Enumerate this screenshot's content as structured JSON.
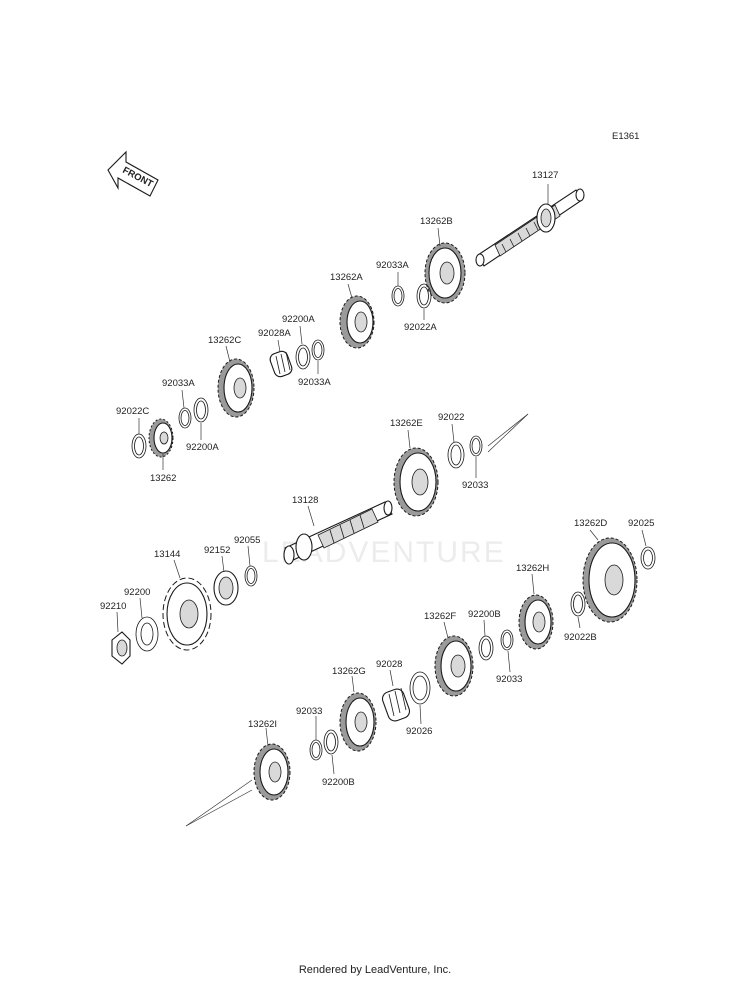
{
  "diagram_ref": "E1361",
  "front_label": "FRONT",
  "watermark": "LEADVENTURE",
  "footer": "Rendered by LeadVenture, Inc.",
  "parts": {
    "p13127": "13127",
    "p13262B": "13262B",
    "p92033A_1": "92033A",
    "p92022A": "92022A",
    "p13262A": "13262A",
    "p92200A_1": "92200A",
    "p92028A": "92028A",
    "p92033A_2": "92033A",
    "p13262C": "13262C",
    "p92033A_3": "92033A",
    "p92022C": "92022C",
    "p92200A_2": "92200A",
    "p13262": "13262",
    "p13262E": "13262E",
    "p92022": "92022",
    "p92033_1": "92033",
    "p13128": "13128",
    "p92055": "92055",
    "p13144": "13144",
    "p92152": "92152",
    "p92200": "92200",
    "p92210": "92210",
    "p13262D": "13262D",
    "p92025": "92025",
    "p13262H": "13262H",
    "p92200B_1": "92200B",
    "p13262F": "13262F",
    "p92022B": "92022B",
    "p92033_2": "92033",
    "p92028": "92028",
    "p13262G": "13262G",
    "p92026": "92026",
    "p92033_3": "92033",
    "p13262I": "13262I",
    "p92200B_2": "92200B"
  }
}
